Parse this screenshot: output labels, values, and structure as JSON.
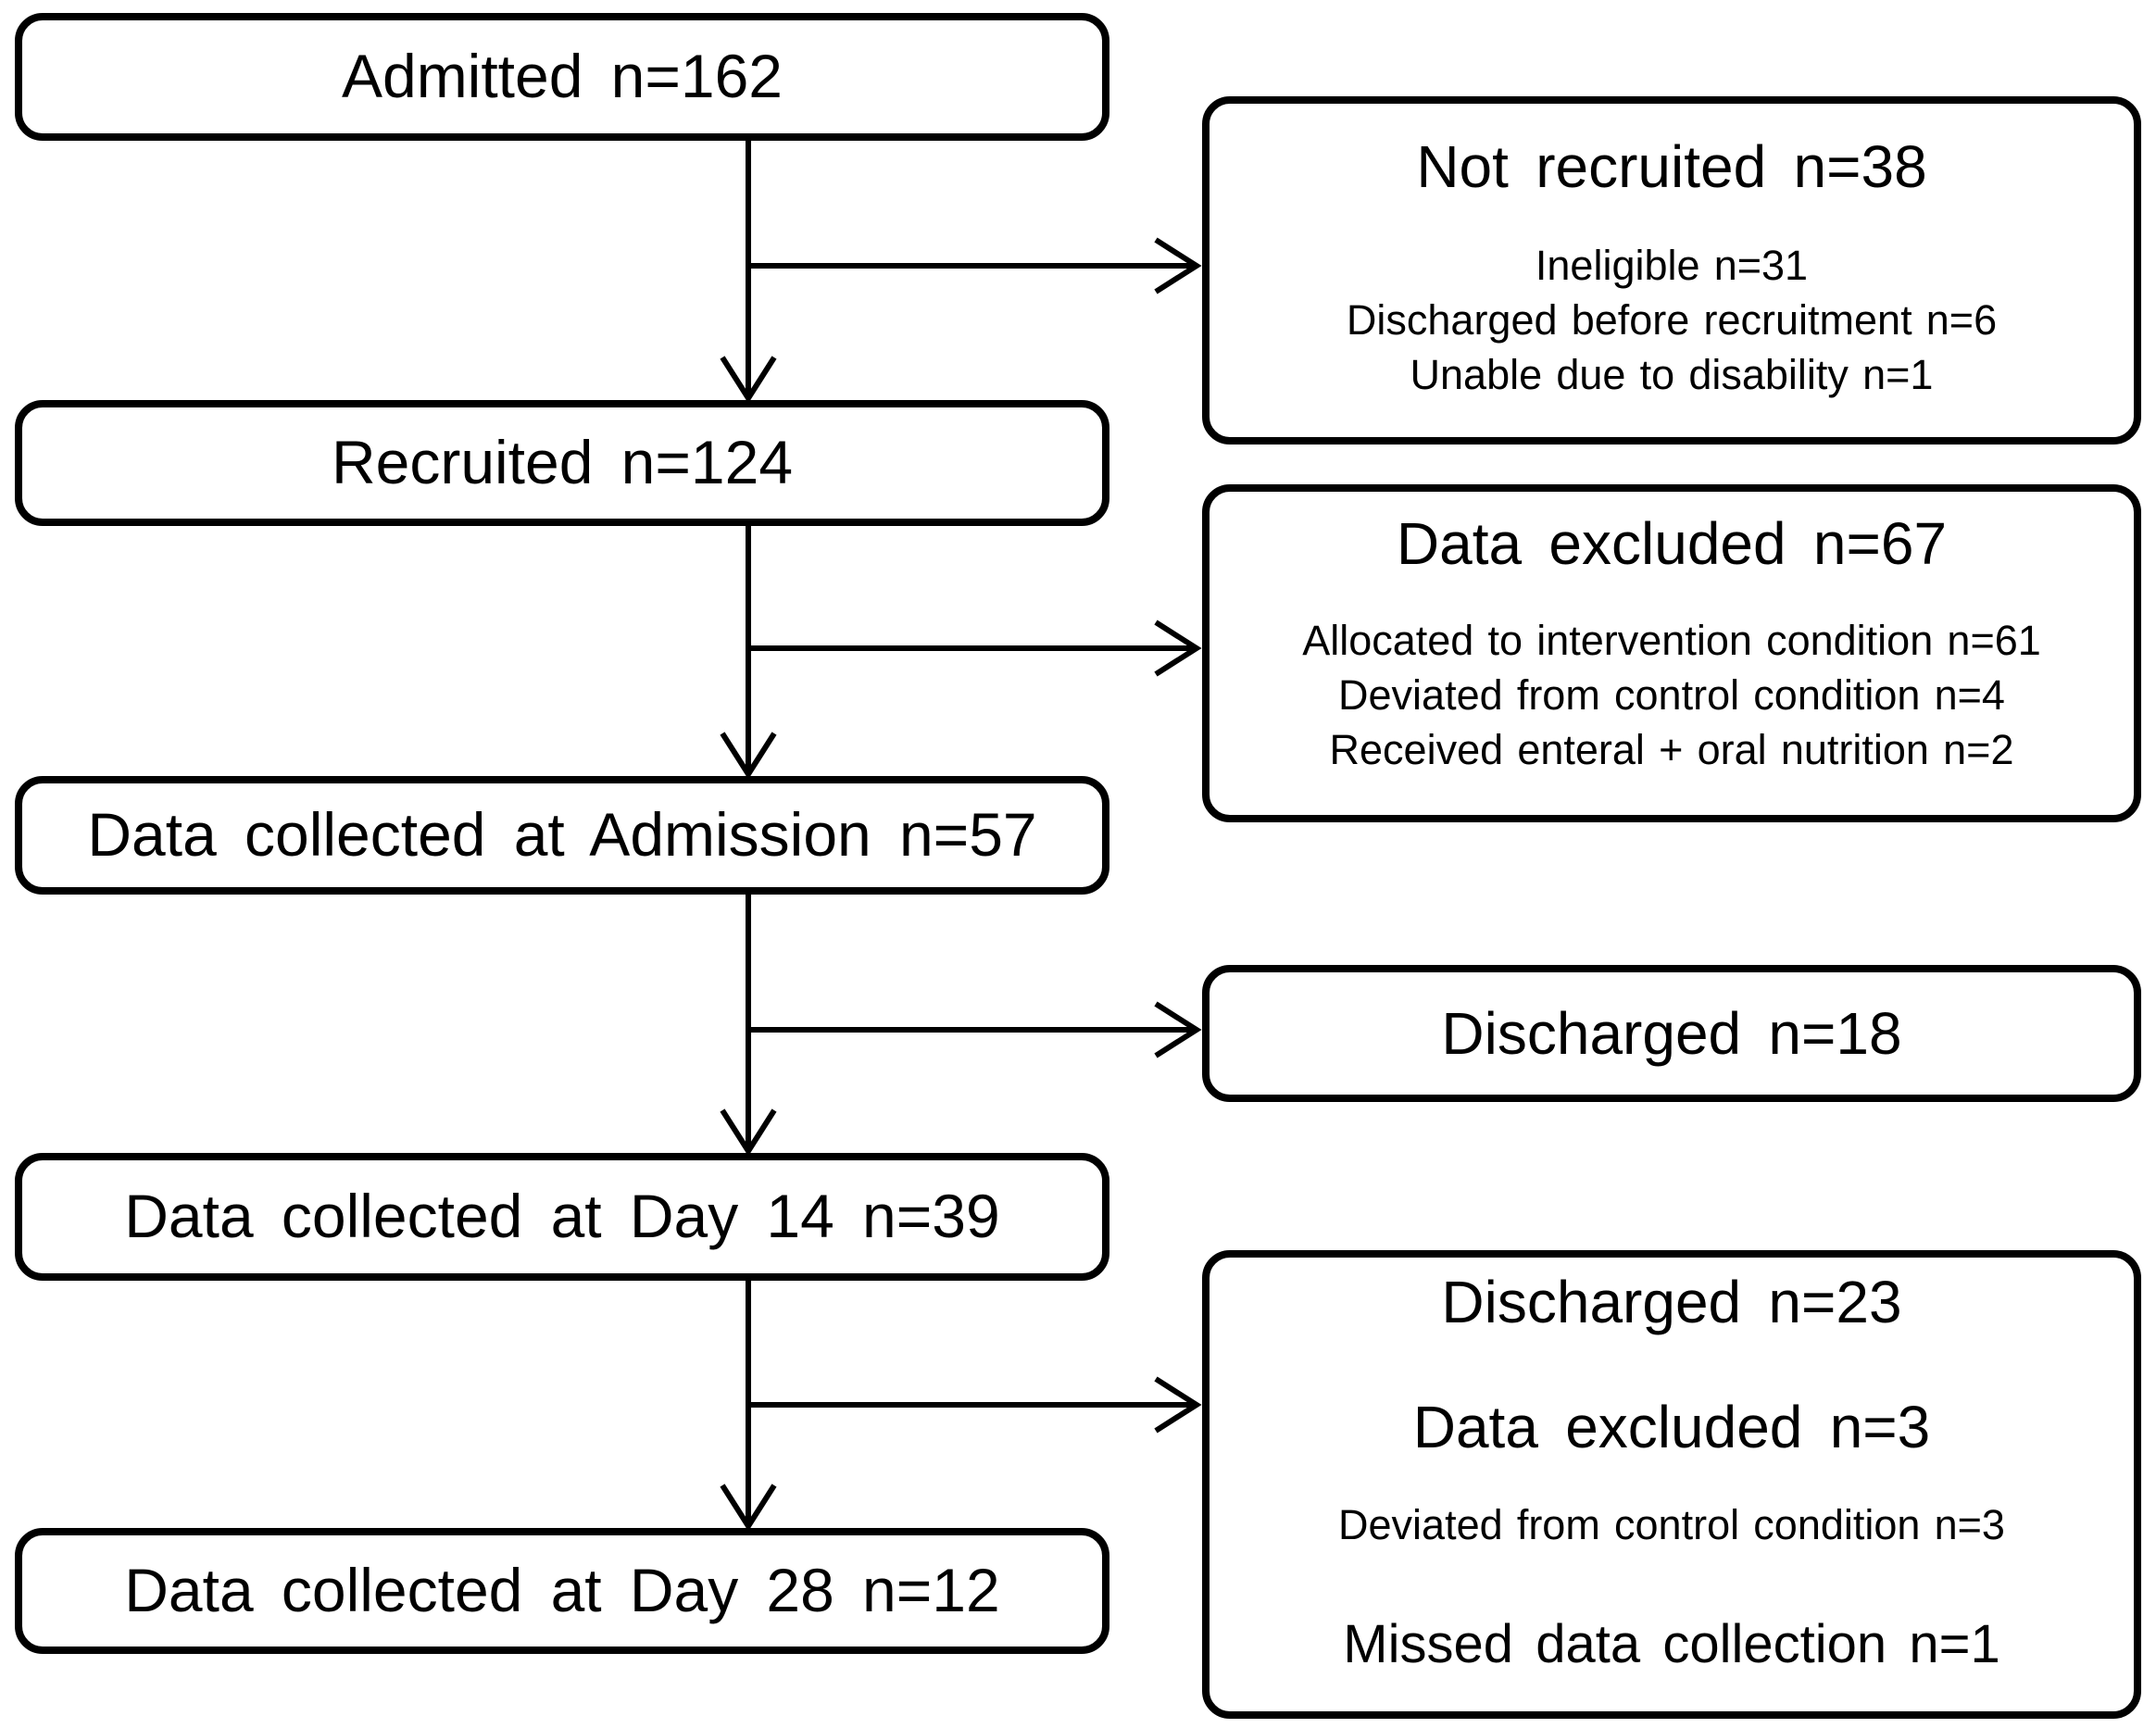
{
  "figure": {
    "type": "participant-flow-diagram",
    "colors": {
      "line": "#000000",
      "text": "#000000",
      "background": "#ffffff"
    },
    "main_flow": [
      {
        "label": "Admitted n=162"
      },
      {
        "label": "Recruited n=124"
      },
      {
        "label": "Data collected at Admission n=57"
      },
      {
        "label": "Data collected at Day 14 n=39"
      },
      {
        "label": "Data collected at Day 28 n=12"
      }
    ],
    "branch_boxes": [
      {
        "title": "Not recruited n=38",
        "details": [
          "Ineligible n=31",
          "Discharged before recruitment n=6",
          "Unable due to disability n=1"
        ]
      },
      {
        "title": "Data excluded n=67",
        "details": [
          "Allocated to intervention condition n=61",
          "Deviated from control condition n=4",
          "Received enteral + oral nutrition n=2"
        ]
      },
      {
        "title": "Discharged n=18",
        "details": []
      },
      {
        "lines": [
          {
            "text": "Discharged n=23",
            "style": "large"
          },
          {
            "text": "Data excluded n=3",
            "style": "large"
          },
          {
            "text": "Deviated from control condition n=3",
            "style": "small"
          },
          {
            "text": "Missed data collection n=1",
            "style": "medium"
          }
        ]
      }
    ]
  }
}
